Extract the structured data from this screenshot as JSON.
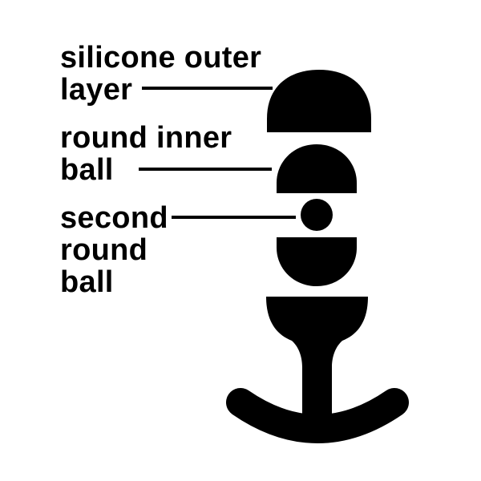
{
  "colors": {
    "ink": "#000000",
    "background": "#ffffff"
  },
  "labels": [
    {
      "id": "silicone-outer-layer",
      "lines": [
        "silicone outer",
        "layer"
      ]
    },
    {
      "id": "round-inner-ball",
      "lines": [
        "round inner",
        "ball"
      ]
    },
    {
      "id": "second-round-ball",
      "lines": [
        "second",
        "round",
        "ball"
      ]
    }
  ],
  "diagram": {
    "parts": [
      {
        "name": "outer-layer-dome",
        "label": "silicone outer layer"
      },
      {
        "name": "inner-ball-dome",
        "label": "round inner ball"
      },
      {
        "name": "second-ball-circle",
        "label": "second round ball"
      },
      {
        "name": "lower-ball-bowl",
        "label": ""
      },
      {
        "name": "plug-body-goblet",
        "label": ""
      },
      {
        "name": "anchor-base",
        "label": ""
      }
    ]
  }
}
